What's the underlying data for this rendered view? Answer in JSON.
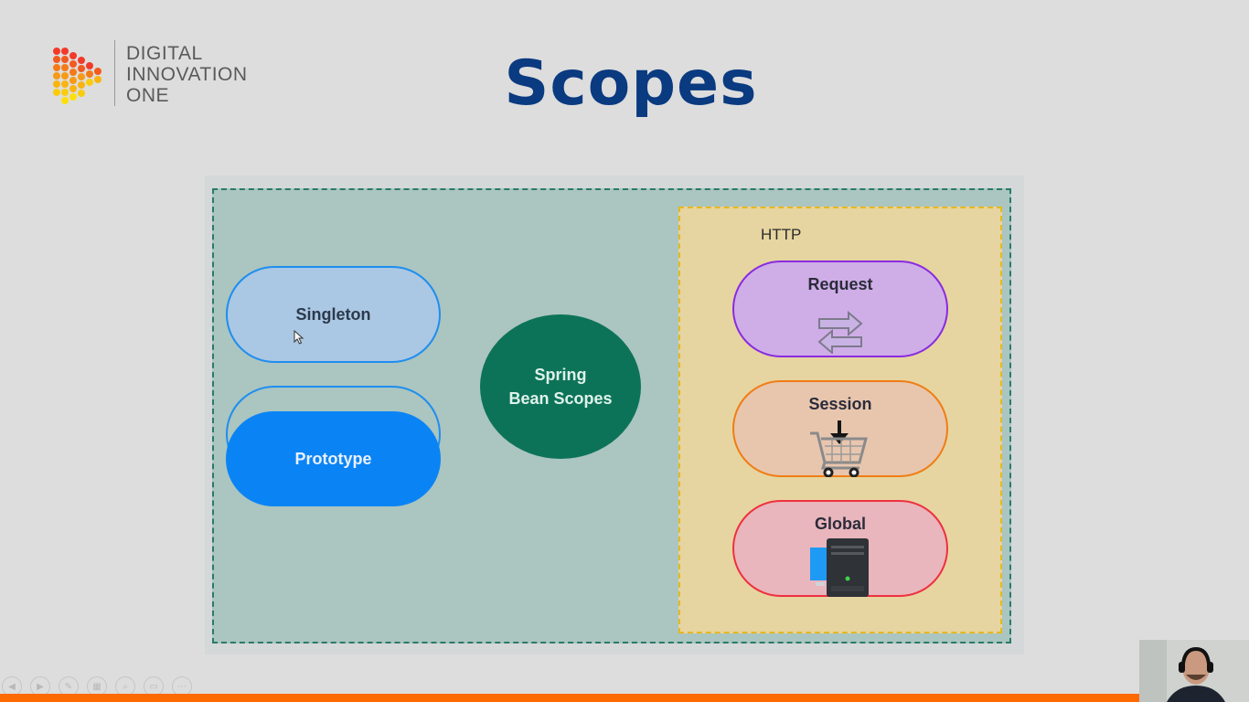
{
  "logo": {
    "line1": "DIGITAL",
    "line2": "INNOVATION",
    "line3": "ONE"
  },
  "slide": {
    "title": "Scopes"
  },
  "diagram": {
    "http_label": "HTTP",
    "singleton_label": "Singleton",
    "prototype_label": "Prototype",
    "center_line1": "Spring",
    "center_line2": "Bean Scopes",
    "request_label": "Request",
    "session_label": "Session",
    "global_label": "Global"
  },
  "colors": {
    "title": "#0a3a80",
    "outer_border": "#2a7a6a",
    "http_border": "#e8b820",
    "spring_circle": "#0c7359",
    "prototype_fill": "#0a84f5",
    "request_border": "#8a2be0",
    "session_border": "#f07d15",
    "global_border": "#ef3040",
    "accent_bar": "#ff6a00"
  },
  "icons": {
    "request": "exchange-arrows-icon",
    "session": "shopping-cart-icon",
    "global": "server-icon"
  }
}
